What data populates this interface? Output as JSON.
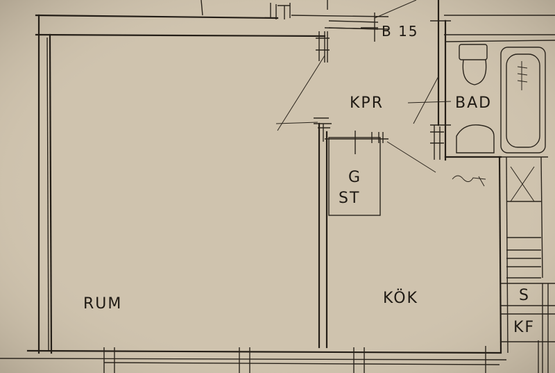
{
  "plan": {
    "paper_color": "#cfc3ae",
    "ink_color": "#241e17",
    "labels": {
      "room": "RUM",
      "kitchen": "KÖK",
      "hallway": "KPR",
      "bathroom": "BAD",
      "wardrobe_top": "G",
      "wardrobe_bottom": "ST",
      "stair_ref": "B 15",
      "s_mark": "S",
      "kf_mark": "KF"
    }
  }
}
